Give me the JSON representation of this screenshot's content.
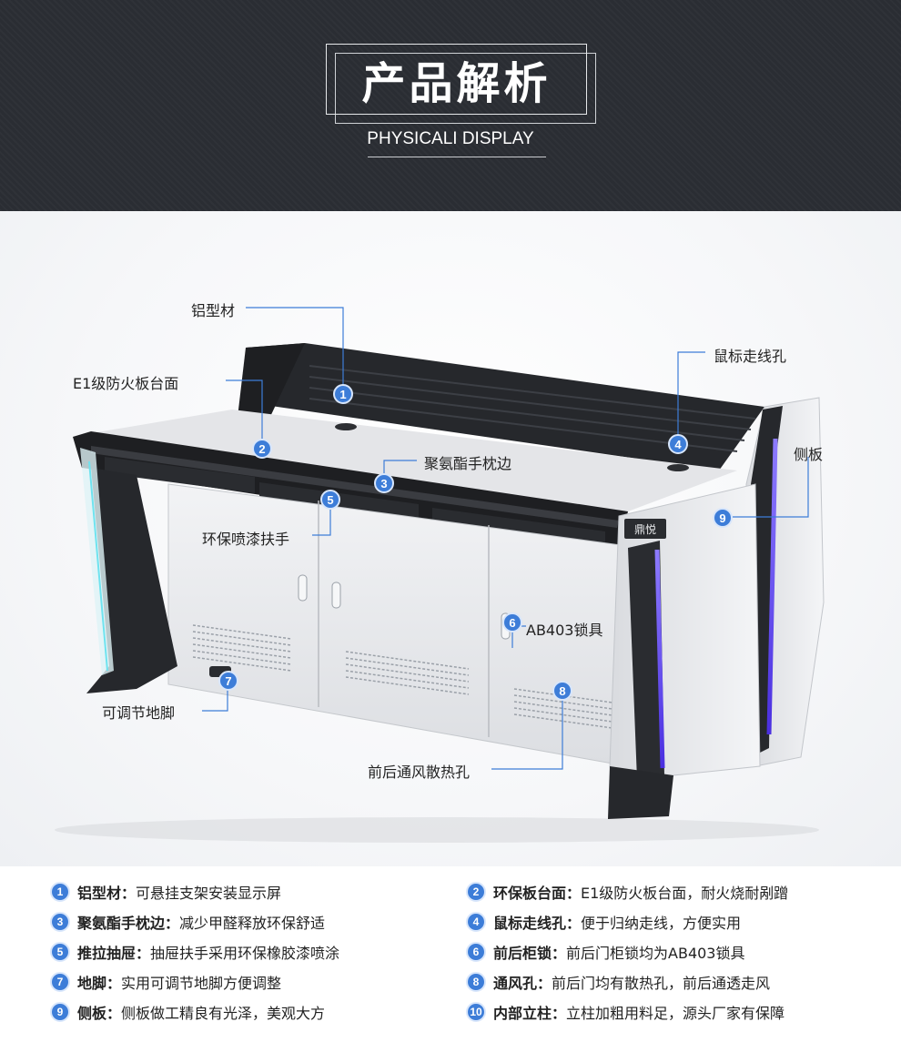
{
  "header": {
    "title": "产品解析",
    "subtitle": "PHYSICALI DISPLAY"
  },
  "product": {
    "brand_plate": "鼎悦"
  },
  "callouts": [
    {
      "num": "1",
      "label": "铝型材"
    },
    {
      "num": "2",
      "label": "E1级防火板台面"
    },
    {
      "num": "3",
      "label": "聚氨酯手枕边"
    },
    {
      "num": "4",
      "label": "鼠标走线孔"
    },
    {
      "num": "5",
      "label": "环保喷漆扶手"
    },
    {
      "num": "6",
      "label": "AB403锁具"
    },
    {
      "num": "7",
      "label": "可调节地脚"
    },
    {
      "num": "8",
      "label": "前后通风散热孔"
    },
    {
      "num": "9",
      "label": "侧板"
    }
  ],
  "features": [
    {
      "num": "1",
      "name": "铝型材：",
      "desc": "可悬挂支架安装显示屏"
    },
    {
      "num": "2",
      "name": "环保板台面：",
      "desc": "E1级防火板台面，耐火烧耐剐蹭"
    },
    {
      "num": "3",
      "name": "聚氨酯手枕边：",
      "desc": "减少甲醛释放环保舒适"
    },
    {
      "num": "4",
      "name": "鼠标走线孔：",
      "desc": "便于归纳走线，方便实用"
    },
    {
      "num": "5",
      "name": "推拉抽屉：",
      "desc": "抽屉扶手采用环保橡胶漆喷涂"
    },
    {
      "num": "6",
      "name": "前后柜锁：",
      "desc": "前后门柜锁均为AB403锁具"
    },
    {
      "num": "7",
      "name": "地脚：",
      "desc": "实用可调节地脚方便调整"
    },
    {
      "num": "8",
      "name": "通风孔：",
      "desc": "前后门均有散热孔，前后通透走风"
    },
    {
      "num": "9",
      "name": "侧板：",
      "desc": "侧板做工精良有光泽，美观大方"
    },
    {
      "num": "10",
      "name": "内部立柱：",
      "desc": "立柱加粗用料足，源头厂家有保障"
    }
  ],
  "colors": {
    "header_bg": "#2a2d33",
    "accent_blue": "#3d7dd8",
    "led_purple": "#6a4cff",
    "cabinet_white": "#e9eaec",
    "frame_black": "#1e1f22"
  }
}
